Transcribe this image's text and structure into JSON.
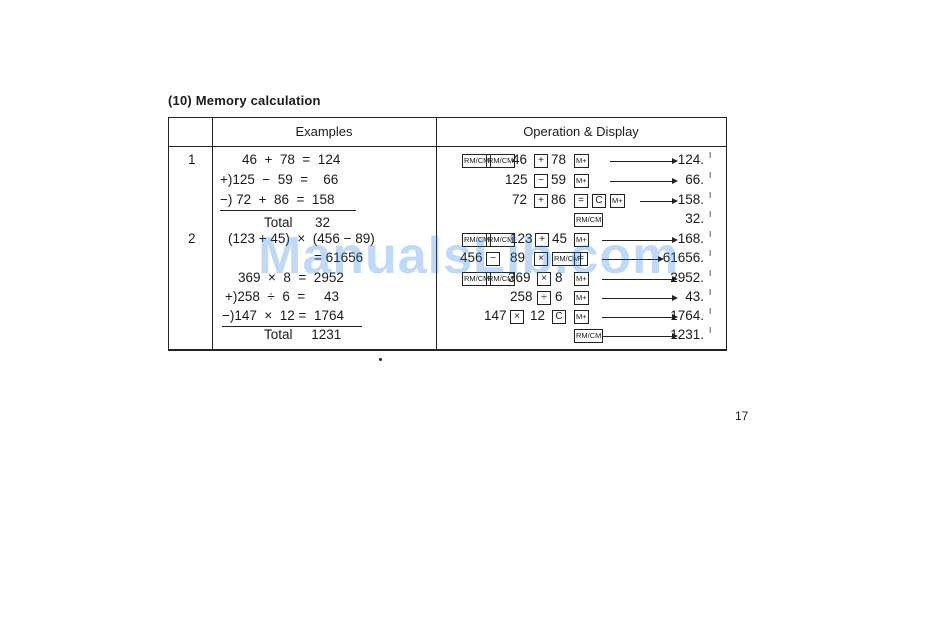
{
  "section": {
    "title": "(10)  Memory calculation"
  },
  "table": {
    "headers": {
      "examples": "Examples",
      "operation": "Operation & Display"
    },
    "example_numbers": [
      "1",
      "2"
    ],
    "example1_lines": [
      "46  +  78  =  124",
      "+)125  −  59  =    66",
      "−) 72  +  86  =  158",
      "Total      32"
    ],
    "example2_lines": [
      "(123 + 45)  ×  (456 − 89)",
      "= 61656",
      "369  ×  8  =  2952",
      "+)258  ÷  6  =     43",
      "−)147  ×  12 =  1764",
      "Total     1231"
    ],
    "operations": [
      [
        "46",
        "78"
      ],
      [
        "125",
        "59"
      ],
      [
        "72",
        "86"
      ],
      [],
      [
        "123",
        "45"
      ],
      [
        "456",
        "89"
      ],
      [
        "369",
        "8"
      ],
      [
        "258",
        "6"
      ],
      [
        "147",
        "12"
      ],
      []
    ],
    "keys": {
      "rcm": "RM/CM",
      "mplus": "M+",
      "plus": "+",
      "minus": "−",
      "equal": "=",
      "times": "×",
      "divide": "÷",
      "clear": "C"
    },
    "displays": [
      "124.",
      "66.",
      "158.",
      "32.",
      "168.",
      "61656.",
      "2952.",
      "43.",
      "1764.",
      "1231."
    ],
    "memory_marks": [
      "I",
      "I",
      "I",
      "I",
      "I",
      "I",
      "I",
      "I",
      "I",
      "I"
    ]
  },
  "watermark": "ManualsLib.com",
  "page_number": "17"
}
